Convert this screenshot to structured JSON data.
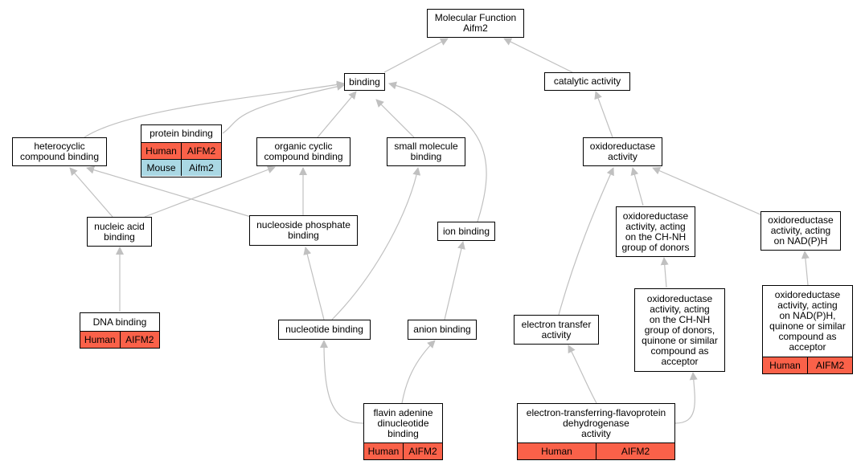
{
  "nodes": {
    "mf": "Molecular Function\nAifm2",
    "binding": "binding",
    "catalytic": "catalytic activity",
    "heterocyclic": "heterocyclic\ncompound binding",
    "protein_binding": "protein binding",
    "organic_cyclic": "organic cyclic\ncompound binding",
    "small_molecule": "small molecule\nbinding",
    "oxidoreductase": "oxidoreductase\nactivity",
    "nucleic_acid": "nucleic acid\nbinding",
    "nucleoside_phosphate": "nucleoside phosphate\nbinding",
    "ion_binding": "ion binding",
    "oxido_chnh": "oxidoreductase\nactivity, acting\non the CH-NH\ngroup of donors",
    "oxido_nadph": "oxidoreductase\nactivity, acting\non NAD(P)H",
    "dna_binding": "DNA binding",
    "nucleotide_binding": "nucleotide binding",
    "anion_binding": "anion binding",
    "electron_transfer": "electron transfer\nactivity",
    "oxido_chnh_quinone": "oxidoreductase\nactivity, acting\non the CH-NH\ngroup of donors,\nquinone or similar\ncompound as\nacceptor",
    "oxido_nadph_quinone": "oxidoreductase\nactivity, acting\non NAD(P)H,\nquinone or similar\ncompound as\nacceptor",
    "fad_binding": "flavin adenine\ndinucleotide\nbinding",
    "etf_dehydrogenase": "electron-transferring-flavoprotein\ndehydrogenase\nactivity"
  },
  "annotations": {
    "protein_binding": [
      {
        "species": "Human",
        "gene": "AIFM2"
      },
      {
        "species": "Mouse",
        "gene": "Aifm2"
      }
    ],
    "dna_binding": [
      {
        "species": "Human",
        "gene": "AIFM2"
      }
    ],
    "oxido_nadph_quinone": [
      {
        "species": "Human",
        "gene": "AIFM2"
      }
    ],
    "fad_binding": [
      {
        "species": "Human",
        "gene": "AIFM2"
      }
    ],
    "etf_dehydrogenase": [
      {
        "species": "Human",
        "gene": "AIFM2"
      }
    ]
  },
  "colors": {
    "human": "#fa6149",
    "mouse": "#aad8e4",
    "edge": "#c0c0c0"
  }
}
